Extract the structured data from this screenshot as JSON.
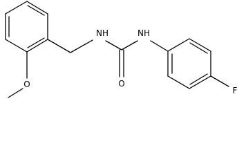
{
  "molecule": {
    "atoms": {
      "nh_left": "NH",
      "nh_right": "NH",
      "carbonyl_oxygen": "O",
      "ether_oxygen": "O",
      "fluorine": "F"
    }
  }
}
